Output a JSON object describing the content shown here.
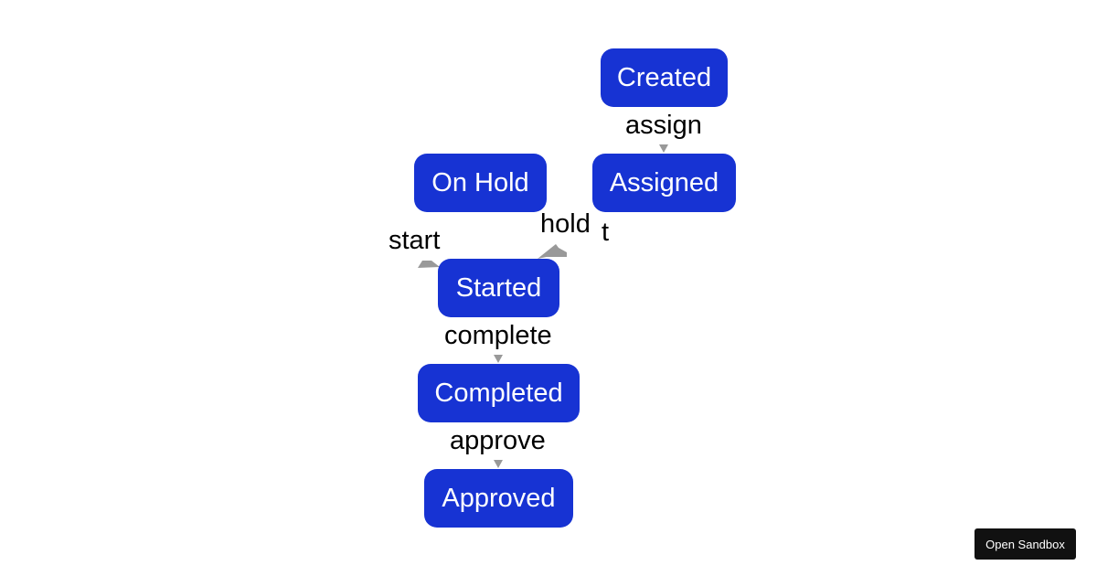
{
  "diagram": {
    "node_color": "#1733d3",
    "edge_color": "#999999",
    "nodes": {
      "created": "Created",
      "assigned": "Assigned",
      "on_hold": "On Hold",
      "started": "Started",
      "completed": "Completed",
      "approved": "Approved"
    },
    "edges": {
      "assign": "assign",
      "hold": "hold",
      "start": "start",
      "start_partial": "t",
      "complete": "complete",
      "approve": "approve"
    }
  },
  "sandbox_button": {
    "label": "Open Sandbox"
  }
}
